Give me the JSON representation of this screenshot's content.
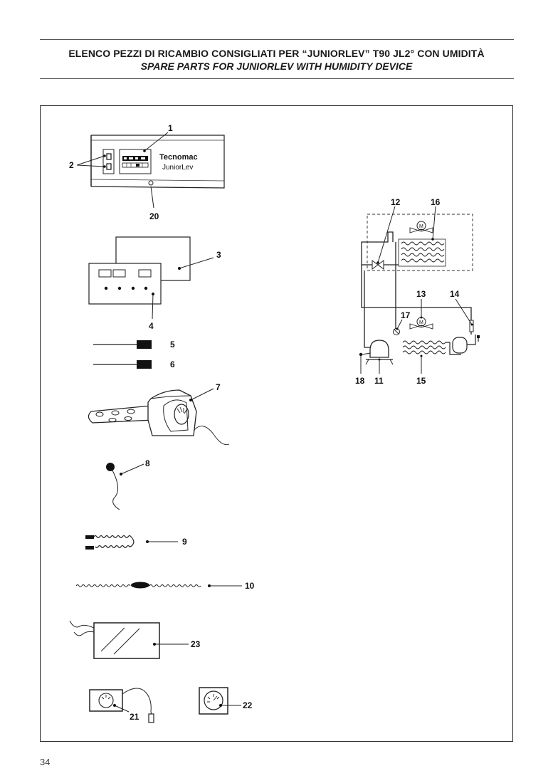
{
  "header": {
    "title_it": "ELENCO PEZZI DI RICAMBIO CONSIGLIATI PER “JUNIORLEV” T90 JL2° CON UMIDITÀ",
    "title_en": "SPARE PARTS FOR JUNIORLEV WITH HUMIDITY DEVICE"
  },
  "panel": {
    "brand": "Tecnomac",
    "model": "JuniorLev"
  },
  "labels": {
    "p1": "1",
    "p2": "2",
    "p3": "3",
    "p4": "4",
    "p5": "5",
    "p6": "6",
    "p7": "7",
    "p8": "8",
    "p9": "9",
    "p10": "10",
    "p11": "11",
    "p12": "12",
    "p13": "13",
    "p14": "14",
    "p15": "15",
    "p16": "16",
    "p17": "17",
    "p18": "18",
    "p20": "20",
    "p21": "21",
    "p22": "22",
    "p23": "23"
  },
  "footer": {
    "page_number": "34"
  }
}
